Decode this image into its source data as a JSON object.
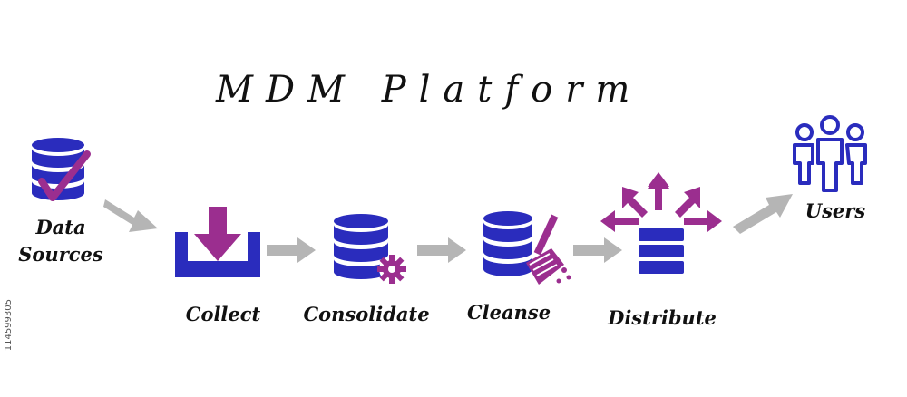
{
  "title": "MDM Platform",
  "steps": {
    "data_sources": "Data\nSources",
    "collect": "Collect",
    "consolidate": "Consolidate",
    "cleanse": "Cleanse",
    "distribute": "Distribute",
    "users": "Users"
  },
  "stock_id": "114599305",
  "icons": {
    "data_sources": "database-check-icon",
    "collect": "download-tray-icon",
    "consolidate": "database-gear-icon",
    "cleanse": "database-broom-icon",
    "distribute": "server-radiating-arrows-icon",
    "users": "users-group-icon"
  },
  "colors": {
    "blue": "#2a2cbd",
    "purple": "#9b2e8f",
    "arrow_gray": "#b5b5b5"
  }
}
